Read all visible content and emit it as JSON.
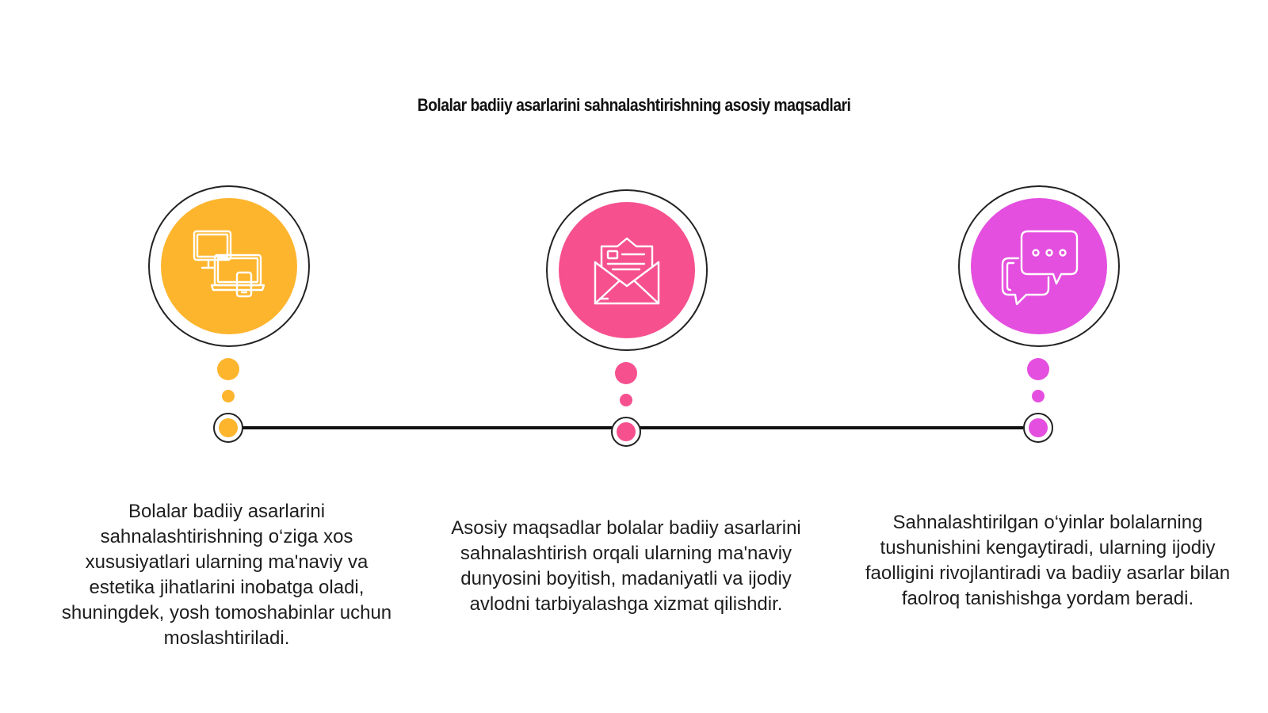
{
  "title": "Bolalar badiiy asarlarini sahnalashtirishning asosiy maqsadlari",
  "colors": {
    "orange": "#FDB52E",
    "pink": "#F6508F",
    "magenta": "#E44FDF",
    "line": "#111111"
  },
  "items": [
    {
      "icon": "devices-icon",
      "color": "#FDB52E",
      "text": "Bolalar badiiy asarlarini sahnalashtirishning o‘ziga xos xususiyatlari ularning ma'naviy va estetika jihatlarini inobatga oladi, shuningdek, yosh tomoshabinlar uchun moslashtiriladi."
    },
    {
      "icon": "envelope-letter-icon",
      "color": "#F6508F",
      "text": "Asosiy maqsadlar bolalar badiiy asarlarini sahnalashtirish orqali ularning ma'naviy dunyosini boyitish, madaniyatli va ijodiy avlodni tarbiyalashga xizmat qilishdir."
    },
    {
      "icon": "chat-bubbles-icon",
      "color": "#E44FDF",
      "text": "Sahnalashtirilgan o‘yinlar bolalarning tushunishini kengaytiradi, ularning ijodiy faolligini rivojlantiradi va badiiy asarlar bilan faolroq tanishishga yordam beradi."
    }
  ]
}
